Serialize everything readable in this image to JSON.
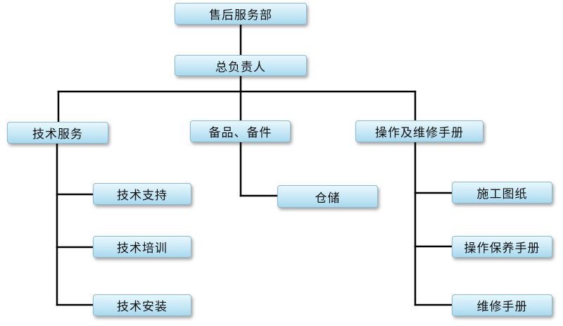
{
  "org_chart": {
    "root": "售后服务部",
    "head": "总负责人",
    "branches": [
      {
        "label": "技术服务",
        "children": [
          "技术支持",
          "技术培训",
          "技术安装"
        ]
      },
      {
        "label": "备品、备件",
        "children": [
          "仓储"
        ]
      },
      {
        "label": "操作及维修手册",
        "children": [
          "施工图纸",
          "操作保养手册",
          "维修手册"
        ]
      }
    ]
  },
  "colors": {
    "box_top": "#e8f7fd",
    "box_bottom": "#a9d9ee",
    "box_border": "#8fb9cc",
    "line": "#000000"
  }
}
